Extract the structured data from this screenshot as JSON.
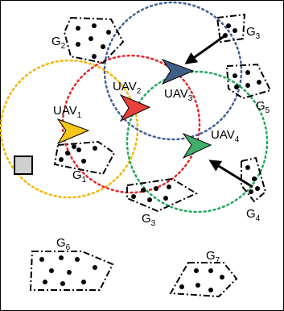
{
  "uavs": [
    {
      "id": "uav1",
      "name": "UAV",
      "sub": "1",
      "color": "#f5c518"
    },
    {
      "id": "uav2",
      "name": "UAV",
      "sub": "2",
      "color": "#e8403a"
    },
    {
      "id": "uav3",
      "name": "UAV",
      "sub": "3",
      "color": "#3f5f86"
    },
    {
      "id": "uav4",
      "name": "UAV",
      "sub": "4",
      "color": "#3fb06a"
    }
  ],
  "groups": [
    {
      "id": "g1",
      "name": "G",
      "sub": "1"
    },
    {
      "id": "g2",
      "name": "G",
      "sub": "2"
    },
    {
      "id": "g3a",
      "name": "G",
      "sub": "3"
    },
    {
      "id": "g3b",
      "name": "G",
      "sub": "3"
    },
    {
      "id": "g4",
      "name": "G",
      "sub": "4"
    },
    {
      "id": "g5",
      "name": "G",
      "sub": "5"
    },
    {
      "id": "g6",
      "name": "G",
      "sub": "6"
    },
    {
      "id": "g7",
      "name": "G",
      "sub": "7"
    }
  ],
  "colors": {
    "yellow": "#f5b400",
    "red": "#e32626",
    "blue": "#3f5f9a",
    "green": "#21a95a",
    "base_fill": "#cfcfcf"
  }
}
